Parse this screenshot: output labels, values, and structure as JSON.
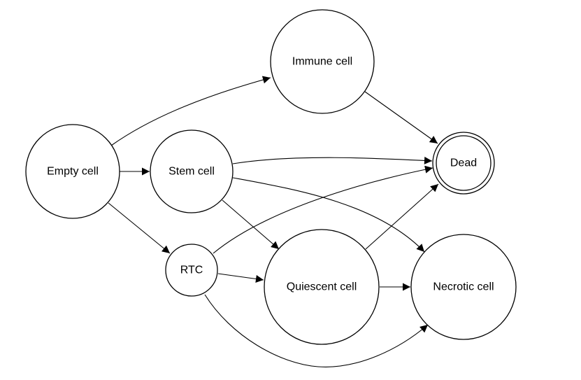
{
  "nodes": {
    "immune": {
      "label": "Immune cell"
    },
    "empty": {
      "label": "Empty cell"
    },
    "stem": {
      "label": "Stem cell"
    },
    "dead": {
      "label": "Dead",
      "accepting": true
    },
    "rtc": {
      "label": "RTC"
    },
    "quiescent": {
      "label": "Quiescent cell"
    },
    "necrotic": {
      "label": "Necrotic cell"
    }
  },
  "edges": [
    {
      "from": "empty",
      "to": "immune"
    },
    {
      "from": "empty",
      "to": "stem"
    },
    {
      "from": "empty",
      "to": "rtc"
    },
    {
      "from": "immune",
      "to": "dead"
    },
    {
      "from": "stem",
      "to": "dead"
    },
    {
      "from": "stem",
      "to": "quiescent"
    },
    {
      "from": "stem",
      "to": "necrotic"
    },
    {
      "from": "rtc",
      "to": "dead"
    },
    {
      "from": "rtc",
      "to": "quiescent"
    },
    {
      "from": "rtc",
      "to": "necrotic"
    },
    {
      "from": "quiescent",
      "to": "dead"
    },
    {
      "from": "quiescent",
      "to": "necrotic"
    }
  ],
  "colors": {
    "stroke": "#000000",
    "fill": "#ffffff",
    "background": "#ffffff"
  }
}
